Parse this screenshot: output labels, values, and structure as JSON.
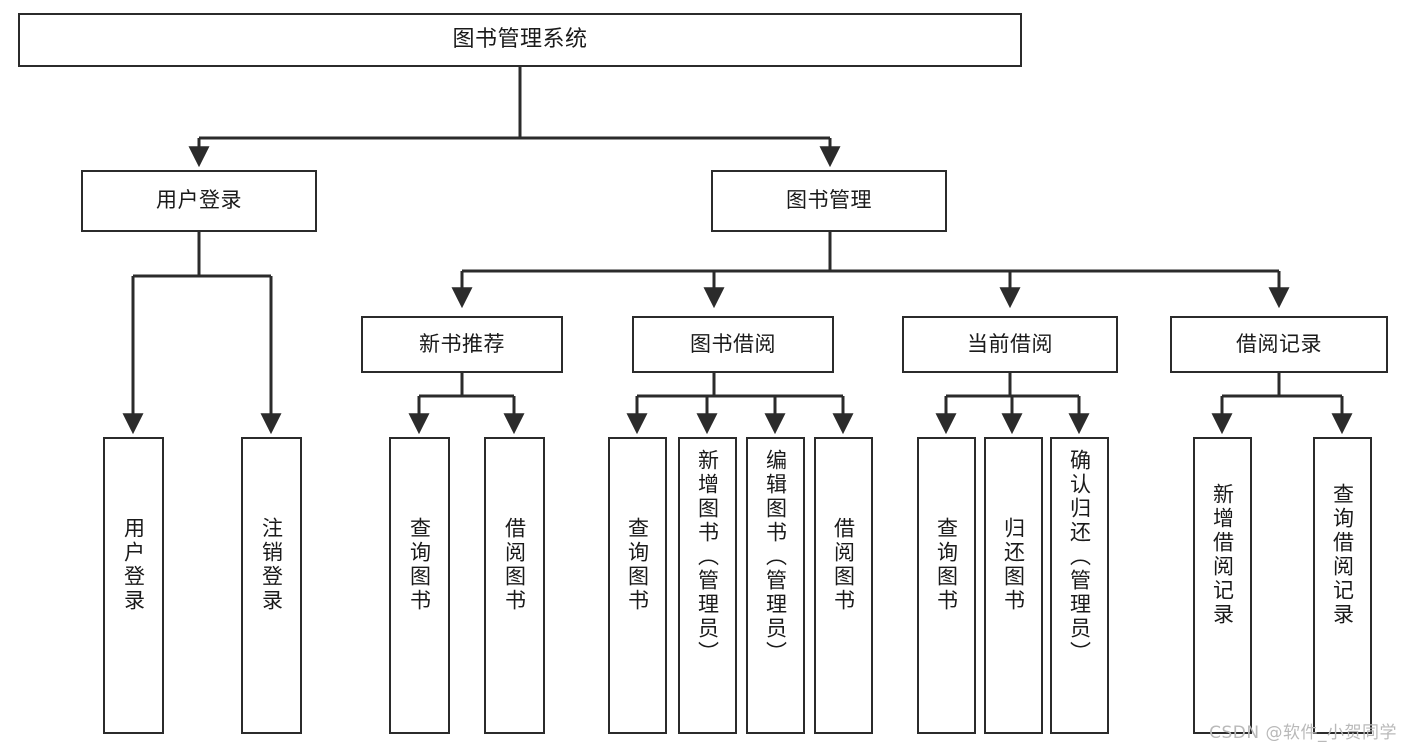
{
  "diagram": {
    "title": "图书管理系统",
    "type": "hierarchy-tree",
    "orientation": "top-down",
    "colors": {
      "border": "#2b2b2b",
      "fill": "#ffffff",
      "text": "#1a1a1a",
      "watermark": "#b9b9b9"
    },
    "levels": {
      "root": {
        "label": "图书管理系统"
      },
      "level2": [
        {
          "label": "用户登录"
        },
        {
          "label": "图书管理"
        }
      ],
      "level3": [
        {
          "label": "新书推荐",
          "parent": "图书管理"
        },
        {
          "label": "图书借阅",
          "parent": "图书管理"
        },
        {
          "label": "当前借阅",
          "parent": "图书管理"
        },
        {
          "label": "借阅记录",
          "parent": "图书管理"
        }
      ],
      "leaves": [
        {
          "label": "用户登录",
          "parent": "用户登录"
        },
        {
          "label": "注销登录",
          "parent": "用户登录"
        },
        {
          "label": "查询图书",
          "parent": "新书推荐"
        },
        {
          "label": "借阅图书",
          "parent": "新书推荐"
        },
        {
          "label": "查询图书",
          "parent": "图书借阅"
        },
        {
          "label": "新增图书（管理员）",
          "parent": "图书借阅"
        },
        {
          "label": "编辑图书（管理员）",
          "parent": "图书借阅"
        },
        {
          "label": "借阅图书",
          "parent": "图书借阅"
        },
        {
          "label": "查询图书",
          "parent": "当前借阅"
        },
        {
          "label": "归还图书",
          "parent": "当前借阅"
        },
        {
          "label": "确认归还（管理员）",
          "parent": "当前借阅"
        },
        {
          "label": "新增借阅记录",
          "parent": "借阅记录"
        },
        {
          "label": "查询借阅记录",
          "parent": "借阅记录"
        }
      ]
    }
  },
  "watermark": {
    "text": "CSDN @软件_小贺同学"
  }
}
